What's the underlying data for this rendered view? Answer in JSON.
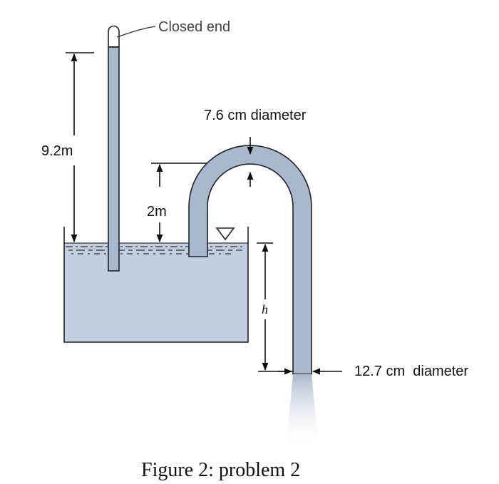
{
  "labels": {
    "closed_end": "Closed end",
    "dim_tube_height": "9.2m",
    "dim_bend_height": "2m",
    "dim_h": "h",
    "pipe_diameter": "7.6 cm diameter",
    "outlet_diameter": "12.7 cm  diameter"
  },
  "caption": "Figure 2: problem 2",
  "colors": {
    "water": "#c2cfe0",
    "pipe": "#a8b8cd",
    "outline": "#222222",
    "arrow": "#111111"
  },
  "icons": {
    "free_surface": "inverted-triangle-icon"
  }
}
